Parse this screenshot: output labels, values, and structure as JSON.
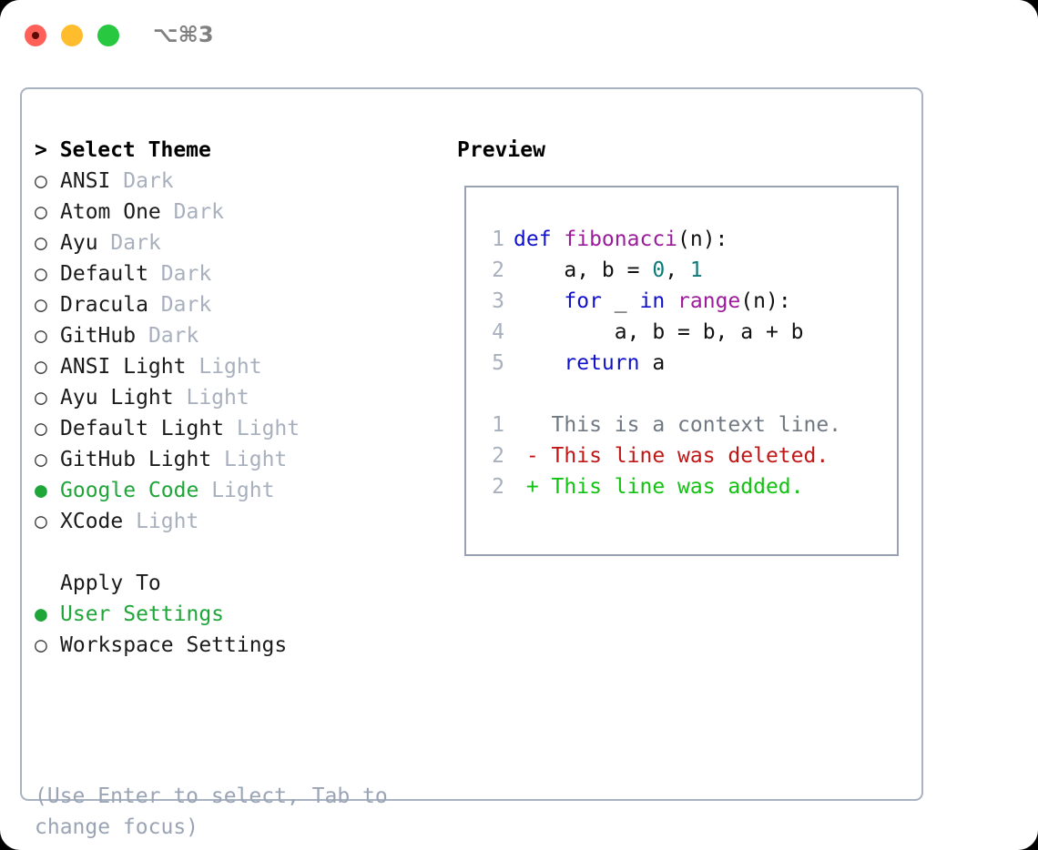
{
  "titlebar": {
    "shortcut": "⌥⌘3",
    "buttons": {
      "close": "close-button",
      "minimize": "minimize-button",
      "maximize": "maximize-button"
    }
  },
  "theme_picker": {
    "header": "> Select Theme",
    "marker_selected": "● ",
    "marker_unselected": "○ ",
    "items": [
      {
        "name": "ANSI",
        "tag": "Dark",
        "selected": false
      },
      {
        "name": "Atom One",
        "tag": "Dark",
        "selected": false
      },
      {
        "name": "Ayu",
        "tag": "Dark",
        "selected": false
      },
      {
        "name": "Default",
        "tag": "Dark",
        "selected": false
      },
      {
        "name": "Dracula",
        "tag": "Dark",
        "selected": false
      },
      {
        "name": "GitHub",
        "tag": "Dark",
        "selected": false
      },
      {
        "name": "ANSI Light",
        "tag": "Light",
        "selected": false
      },
      {
        "name": "Ayu Light",
        "tag": "Light",
        "selected": false
      },
      {
        "name": "Default Light",
        "tag": "Light",
        "selected": false
      },
      {
        "name": "GitHub Light",
        "tag": "Light",
        "selected": false
      },
      {
        "name": "Google Code",
        "tag": "Light",
        "selected": true
      },
      {
        "name": "XCode",
        "tag": "Light",
        "selected": false
      }
    ]
  },
  "apply_to": {
    "header": "Apply To",
    "items": [
      {
        "name": "User Settings",
        "selected": true
      },
      {
        "name": "Workspace Settings",
        "selected": false
      }
    ]
  },
  "help_text": "(Use Enter to select, Tab to change focus)",
  "preview": {
    "heading": "Preview",
    "code_lines": [
      {
        "no": "1",
        "tokens": [
          {
            "t": "def ",
            "c": "kw"
          },
          {
            "t": "fibonacci",
            "c": "fn"
          },
          {
            "t": "(n):",
            "c": "plain"
          }
        ]
      },
      {
        "no": "2",
        "tokens": [
          {
            "t": "    a, b = ",
            "c": "plain"
          },
          {
            "t": "0",
            "c": "num"
          },
          {
            "t": ", ",
            "c": "plain"
          },
          {
            "t": "1",
            "c": "num"
          }
        ]
      },
      {
        "no": "3",
        "tokens": [
          {
            "t": "    ",
            "c": "plain"
          },
          {
            "t": "for",
            "c": "kw"
          },
          {
            "t": " _ ",
            "c": "plain"
          },
          {
            "t": "in",
            "c": "kw"
          },
          {
            "t": " ",
            "c": "plain"
          },
          {
            "t": "range",
            "c": "fn"
          },
          {
            "t": "(n):",
            "c": "plain"
          }
        ]
      },
      {
        "no": "4",
        "tokens": [
          {
            "t": "        a, b = b, a + b",
            "c": "plain"
          }
        ]
      },
      {
        "no": "5",
        "tokens": [
          {
            "t": "    ",
            "c": "plain"
          },
          {
            "t": "return",
            "c": "kw"
          },
          {
            "t": " a",
            "c": "plain"
          }
        ]
      }
    ],
    "diff_lines": [
      {
        "no": "1",
        "marker": "  ",
        "text": "This is a context line.",
        "kind": "ctx"
      },
      {
        "no": "2",
        "marker": "- ",
        "text": "This line was deleted.",
        "kind": "del"
      },
      {
        "no": "2",
        "marker": "+ ",
        "text": "This line was added.",
        "kind": "add"
      }
    ]
  },
  "colors": {
    "accent_green": "#1fa538",
    "muted_gray": "#a8b0bd",
    "help_gray": "#9aa4b4",
    "panel_border": "#a9b2c0",
    "preview_border": "#97a1b2",
    "keyword_blue": "#1111cc",
    "function_purple": "#9b1b9b",
    "number_teal": "#0c7a78",
    "diff_context": "#707882",
    "diff_deleted": "#c01616",
    "diff_added": "#12c212",
    "tl_close": "#ff6159",
    "tl_minimize": "#ffbd2e",
    "tl_maximize": "#28c840"
  }
}
